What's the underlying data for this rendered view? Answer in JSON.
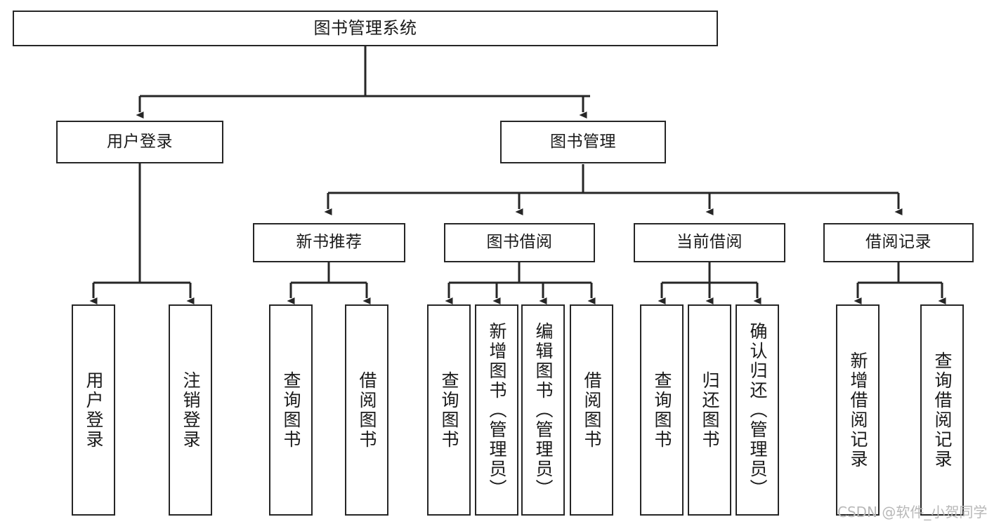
{
  "diagram": {
    "title": "图书管理系统",
    "type": "hierarchy-tree",
    "watermark": "CSDN @软件_小贺同学",
    "colors": {
      "box_border": "#262626",
      "box_fill": "#ffffff",
      "edge": "#262626",
      "text": "#1a1a1a",
      "watermark": "#b8b8b8"
    },
    "levels": {
      "level0": [
        "图书管理系统"
      ],
      "level1": [
        "用户登录",
        "图书管理"
      ],
      "level2": [
        "新书推荐",
        "图书借阅",
        "当前借阅",
        "借阅记录"
      ],
      "level3": [
        "用户登录",
        "注销登录",
        "查询图书",
        "借阅图书",
        "查询图书",
        "新增图书（管理员）",
        "编辑图书（管理员）",
        "借阅图书",
        "查询图书",
        "归还图书",
        "确认归还（管理员）",
        "新增借阅记录",
        "查询借阅记录"
      ]
    },
    "nodes": {
      "root": {
        "label": "图书管理系统"
      },
      "user_login": {
        "label": "用户登录"
      },
      "book_manage": {
        "label": "图书管理"
      },
      "new_book_rec": {
        "label": "新书推荐"
      },
      "book_borrow": {
        "label": "图书借阅"
      },
      "current_borrow": {
        "label": "当前借阅"
      },
      "borrow_record": {
        "label": "借阅记录"
      },
      "leaf_user_login": {
        "label": "用户登录"
      },
      "leaf_logout": {
        "label": "注销登录"
      },
      "leaf_query_book_1": {
        "label": "查询图书"
      },
      "leaf_borrow_book_1": {
        "label": "借阅图书"
      },
      "leaf_query_book_2": {
        "label": "查询图书"
      },
      "leaf_add_book_admin": {
        "label": "新增图书（管理员）"
      },
      "leaf_edit_book_admin": {
        "label": "编辑图书（管理员）"
      },
      "leaf_borrow_book_2": {
        "label": "借阅图书"
      },
      "leaf_query_book_3": {
        "label": "查询图书"
      },
      "leaf_return_book": {
        "label": "归还图书"
      },
      "leaf_confirm_return_admin": {
        "label": "确认归还（管理员）"
      },
      "leaf_add_record": {
        "label": "新增借阅记录"
      },
      "leaf_query_record": {
        "label": "查询借阅记录"
      }
    }
  }
}
